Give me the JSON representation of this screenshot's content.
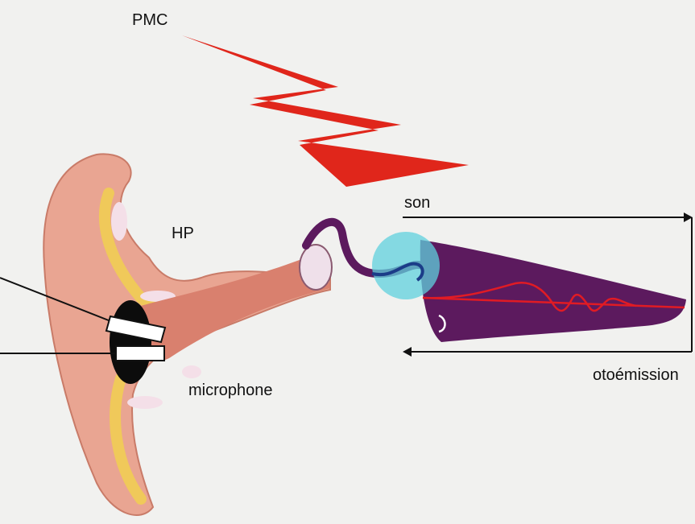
{
  "labels": {
    "pmc": "PMC",
    "hp": "HP",
    "son": "son",
    "otoemission": "otoémission",
    "microphone": "microphone"
  },
  "colors": {
    "background": "#f1f1ef",
    "lightning": "#e0261b",
    "skin": "#e9a592",
    "ear_canal": "#d9806e",
    "cartilage": "#f0c95a",
    "cochlea": "#5c1a5e",
    "highlight_circle": "#5fd0dd",
    "wave": "#e01b24",
    "probe": "#ffffff",
    "arrow": "#111111"
  },
  "icons": [
    "lightning-icon",
    "ear-illustration",
    "cochlea-illustration",
    "speaker-probe",
    "microphone-probe"
  ]
}
